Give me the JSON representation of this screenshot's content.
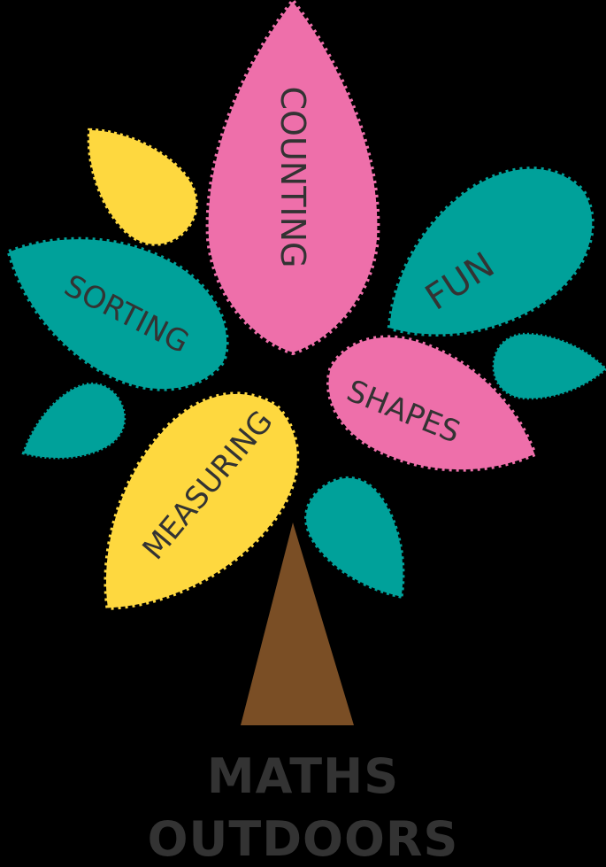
{
  "logo": {
    "title_line1": "MATHS",
    "title_line2": "OUTDOORS"
  },
  "colors": {
    "background": "#000000",
    "teal": "#00A19A",
    "pink": "#EE6FAA",
    "yellow": "#FED83F",
    "trunk": "#7A4E25",
    "text": "#333333"
  },
  "leaves": [
    {
      "label": "COUNTING",
      "color": "pink"
    },
    {
      "label": "SORTING",
      "color": "teal"
    },
    {
      "label": "FUN",
      "color": "teal"
    },
    {
      "label": "SHAPES",
      "color": "pink"
    },
    {
      "label": "MEASURING",
      "color": "yellow"
    },
    {
      "label": "",
      "color": "yellow"
    },
    {
      "label": "",
      "color": "teal"
    },
    {
      "label": "",
      "color": "teal"
    },
    {
      "label": "",
      "color": "teal"
    }
  ]
}
